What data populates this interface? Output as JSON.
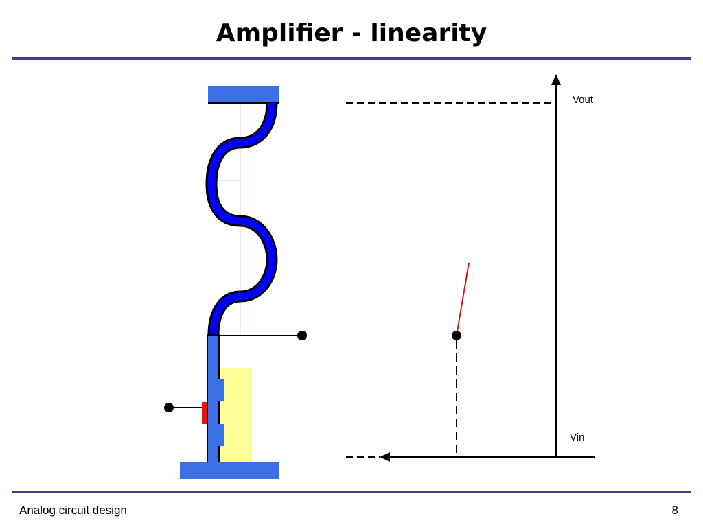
{
  "slide": {
    "title": "Amplifier - linearity",
    "footer_left": "Analog circuit design",
    "page_number": "8"
  },
  "graph": {
    "y_axis_label": "Vout",
    "x_axis_label": "Vin"
  },
  "colors": {
    "rule": "#3a3f8f",
    "rail": "#3b6fe6",
    "resistor": "#0000ff",
    "gate": "#ee1111",
    "transfer_line": "#dd1111",
    "substrate": "#ffff99"
  }
}
